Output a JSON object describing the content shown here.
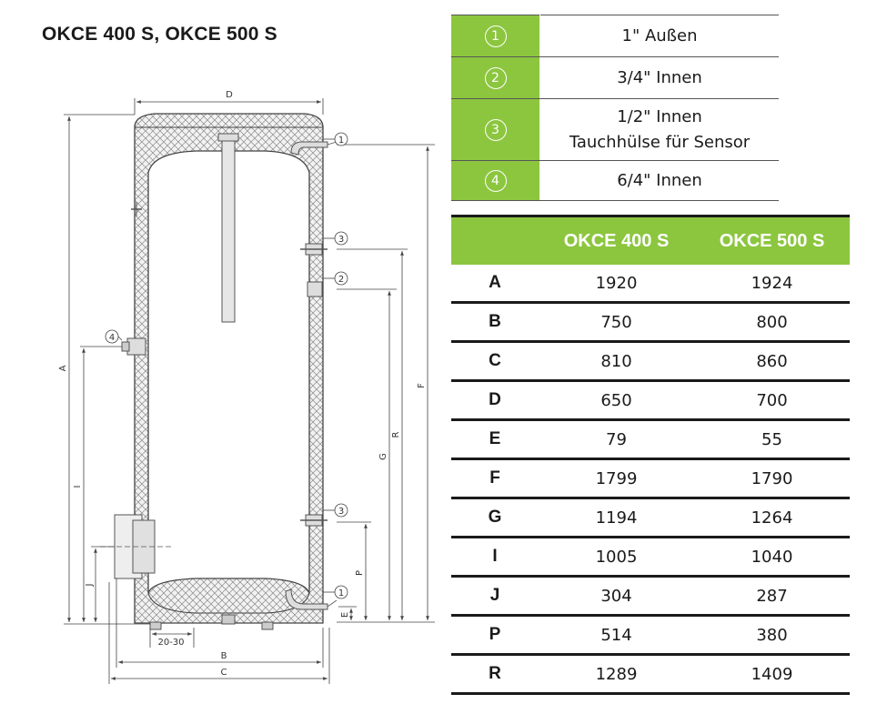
{
  "title": "OKCE 400 S, OKCE 500 S",
  "drawing": {
    "dimension_labels": {
      "D": "D",
      "A": "A",
      "F": "F",
      "R": "R",
      "G": "G",
      "I": "I",
      "J": "J",
      "P": "P",
      "E": "E",
      "B": "B",
      "C": "C",
      "gap": "20-30"
    },
    "callouts": [
      "1",
      "3",
      "2",
      "4",
      "3",
      "1"
    ]
  },
  "connections": [
    {
      "number": "1",
      "line1": "1\" Außen",
      "line2": ""
    },
    {
      "number": "2",
      "line1": "3/4\" Innen",
      "line2": ""
    },
    {
      "number": "3",
      "line1": "1/2\" Innen",
      "line2": "Tauchhülse für Sensor"
    },
    {
      "number": "4",
      "line1": "6/4\" Innen",
      "line2": ""
    }
  ],
  "dimensions": {
    "header": [
      "",
      "OKCE 400 S",
      "OKCE 500 S"
    ],
    "rows": [
      {
        "label": "A",
        "v1": "1920",
        "v2": "1924"
      },
      {
        "label": "B",
        "v1": "750",
        "v2": "800"
      },
      {
        "label": "C",
        "v1": "810",
        "v2": "860"
      },
      {
        "label": "D",
        "v1": "650",
        "v2": "700"
      },
      {
        "label": "E",
        "v1": "79",
        "v2": "55"
      },
      {
        "label": "F",
        "v1": "1799",
        "v2": "1790"
      },
      {
        "label": "G",
        "v1": "1194",
        "v2": "1264"
      },
      {
        "label": "I",
        "v1": "1005",
        "v2": "1040"
      },
      {
        "label": "J",
        "v1": "304",
        "v2": "287"
      },
      {
        "label": "P",
        "v1": "514",
        "v2": "380"
      },
      {
        "label": "R",
        "v1": "1289",
        "v2": "1409"
      }
    ]
  },
  "colors": {
    "accent_green": "#8cc63f",
    "rule": "#1a1a1a"
  }
}
